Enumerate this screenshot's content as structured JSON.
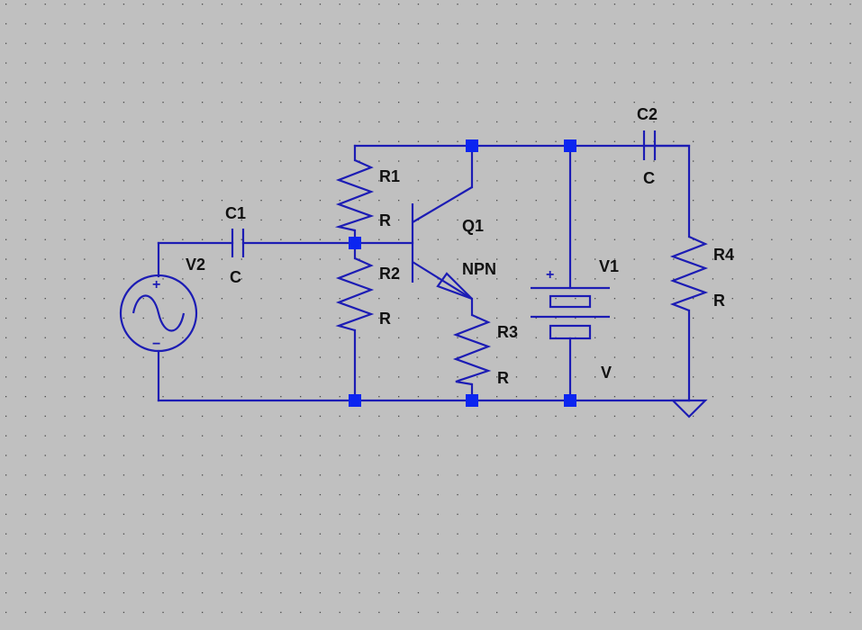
{
  "schematic": {
    "components": {
      "V2": {
        "name": "V2",
        "value": "",
        "plus": "+",
        "minus": "−"
      },
      "C1": {
        "name": "C1",
        "value": "C"
      },
      "R1": {
        "name": "R1",
        "value": "R"
      },
      "R2": {
        "name": "R2",
        "value": "R"
      },
      "Q1": {
        "name": "Q1",
        "value": "NPN"
      },
      "R3": {
        "name": "R3",
        "value": "R"
      },
      "V1": {
        "name": "V1",
        "value": "V",
        "plus": "+"
      },
      "C2": {
        "name": "C2",
        "value": "C"
      },
      "R4": {
        "name": "R4",
        "value": "R"
      }
    },
    "colors": {
      "background": "#c0c0c0",
      "grid_dot": "#4a4a4a",
      "wire": "#1c1cb4",
      "junction": "#0b25f0",
      "label": "#111111"
    },
    "icons": [
      "sine-source-icon",
      "capacitor-icon",
      "resistor-icon",
      "npn-transistor-icon",
      "battery-icon",
      "ground-icon"
    ]
  }
}
